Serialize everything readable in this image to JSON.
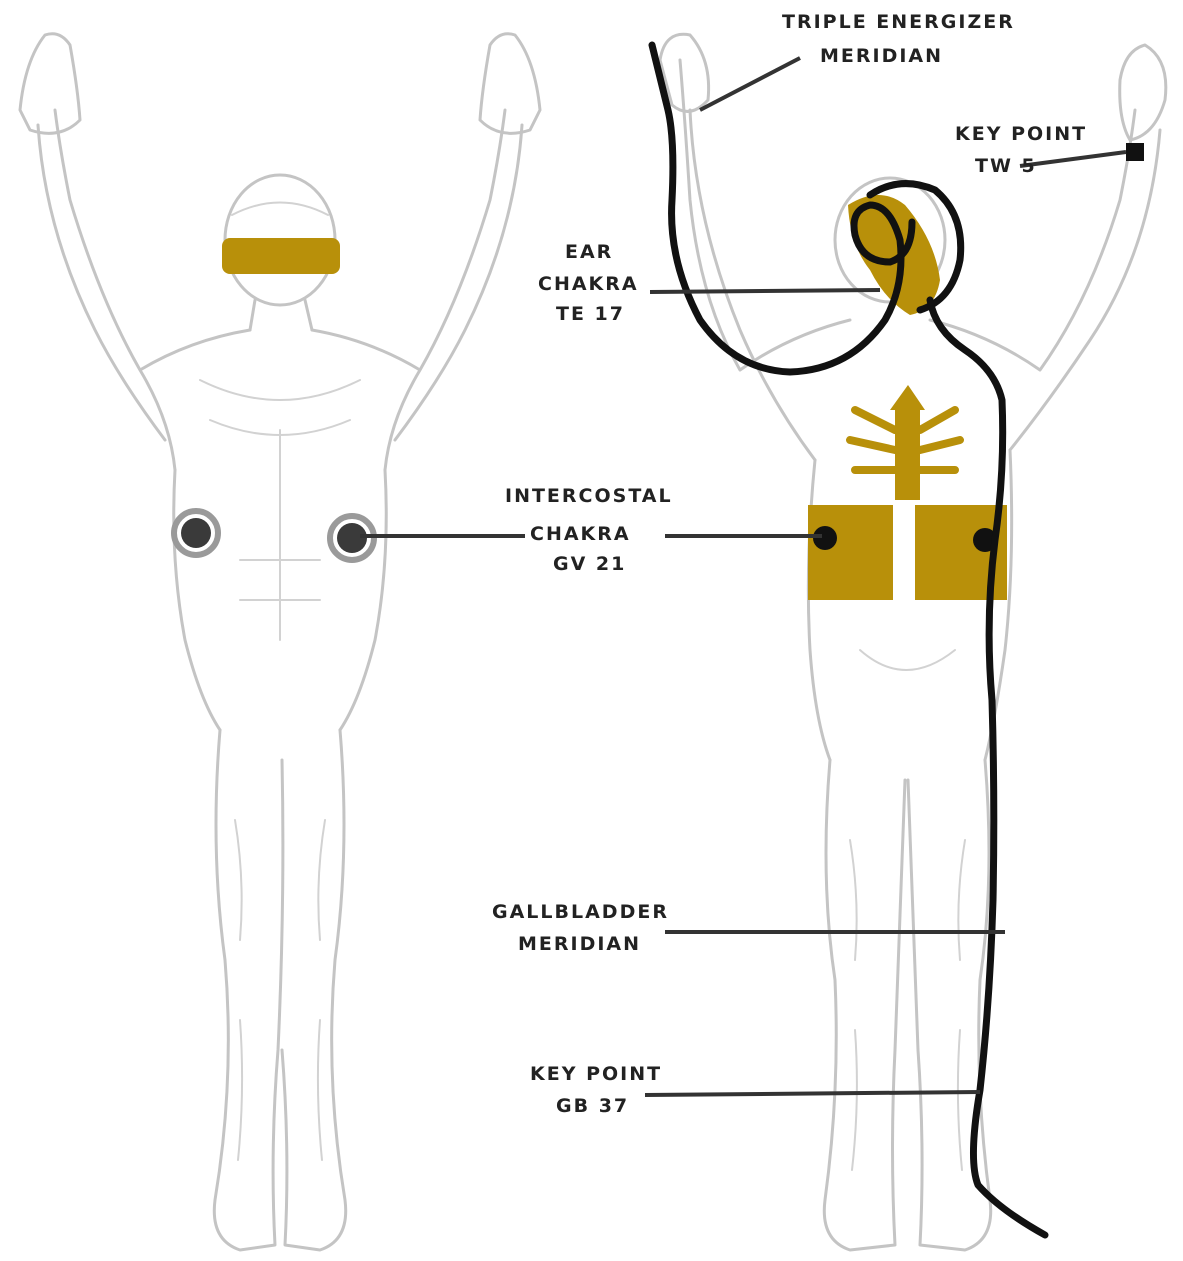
{
  "labels": {
    "triple_energizer_1": "TRIPLE ENERGIZER",
    "triple_energizer_2": "MERIDIAN",
    "key_point_te_1": "KEY POINT",
    "key_point_te_2": "TW 5",
    "ear_chakra_1": "EAR",
    "ear_chakra_2": "CHAKRA",
    "ear_chakra_3": "TE 17",
    "intercostal_1": "INTERCOSTAL",
    "intercostal_2": "CHAKRA",
    "intercostal_3": "GV 21",
    "gallbladder_1": "GALLBLADDER",
    "gallbladder_2": "MERIDIAN",
    "key_point_gb_1": "KEY POINT",
    "key_point_gb_2": "GB 37"
  },
  "colors": {
    "highlight": "#b8900a",
    "meridian": "#111111",
    "outline": "#c4c4c4"
  }
}
